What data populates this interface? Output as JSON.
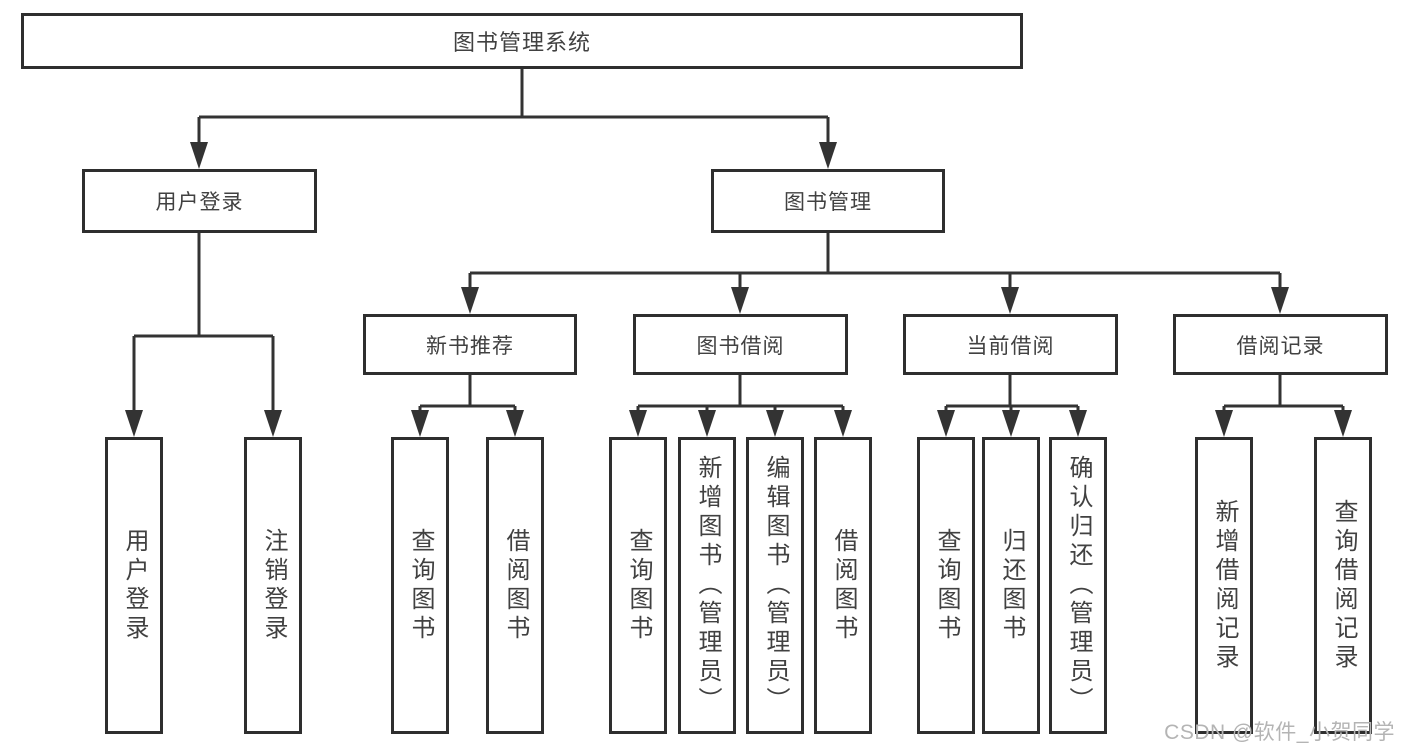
{
  "colors": {
    "line": "#333333",
    "border": "#2e2e2e",
    "text": "#414141",
    "watermark": "#b4b4b4"
  },
  "tree": {
    "root": "图书管理系统",
    "children": [
      {
        "label": "用户登录",
        "children": [
          "用户登录",
          "注销登录"
        ]
      },
      {
        "label": "图书管理",
        "children": [
          {
            "label": "新书推荐",
            "children": [
              "查询图书",
              "借阅图书"
            ]
          },
          {
            "label": "图书借阅",
            "children": [
              "查询图书",
              "新增图书（管理员）",
              "编辑图书（管理员）",
              "借阅图书"
            ]
          },
          {
            "label": "当前借阅",
            "children": [
              "查询图书",
              "归还图书",
              "确认归还（管理员）"
            ]
          },
          {
            "label": "借阅记录",
            "children": [
              "新增借阅记录",
              "查询借阅记录"
            ]
          }
        ]
      }
    ]
  },
  "watermark": "CSDN @软件_小贺同学"
}
